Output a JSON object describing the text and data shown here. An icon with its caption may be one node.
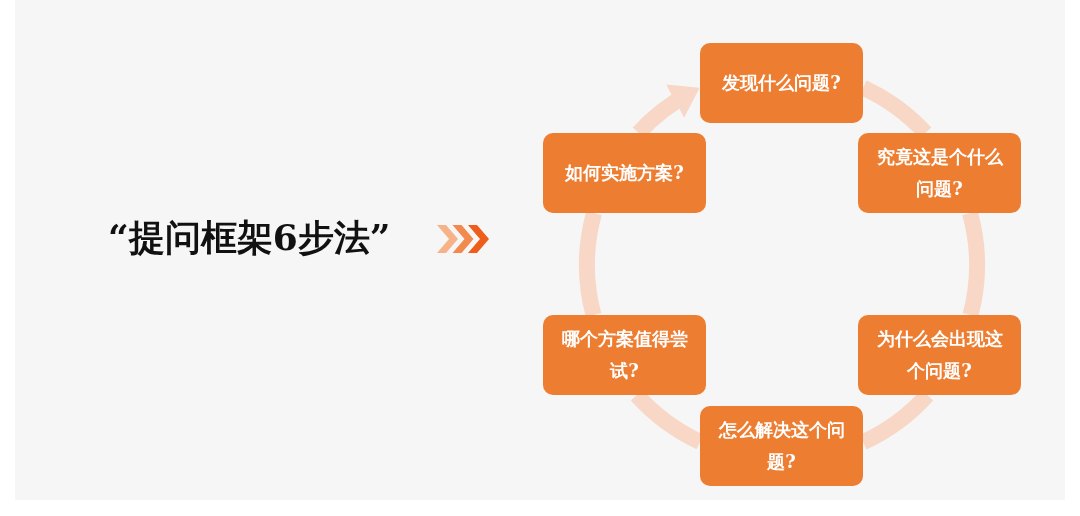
{
  "diagram": {
    "title": "“提问框架6步法”",
    "nodes": [
      {
        "text": [
          "发现什么问题?"
        ]
      },
      {
        "text": [
          "究竟这是个什么问题?"
        ]
      },
      {
        "text": [
          "为什么会出现这个问题?"
        ]
      },
      {
        "text": [
          "怎么解决这个问题?"
        ]
      },
      {
        "text": [
          "哪个方案值得尝试?"
        ]
      },
      {
        "text": [
          "如何实施方案?"
        ]
      }
    ],
    "edges": [
      {
        "from": 0,
        "to": 1,
        "arrow": "none"
      },
      {
        "from": 1,
        "to": 2,
        "arrow": "none"
      },
      {
        "from": 2,
        "to": 3,
        "arrow": "none"
      },
      {
        "from": 3,
        "to": 4,
        "arrow": "none"
      },
      {
        "from": 4,
        "to": 5,
        "arrow": "none"
      },
      {
        "from": 5,
        "to": 0,
        "arrow": "to"
      }
    ]
  }
}
